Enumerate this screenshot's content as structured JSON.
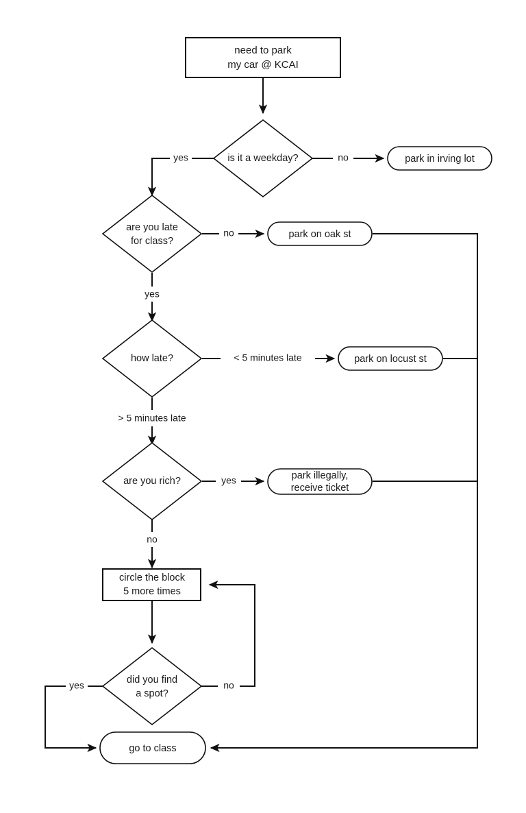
{
  "diagram": {
    "title": "need to park my car @ KCAI parking decision flowchart",
    "background_color": "#ffffff",
    "stroke_color": "#111111",
    "text_color": "#1a1a1a"
  },
  "nodes": {
    "start": {
      "type": "process-box",
      "line1": "need to park",
      "line2": "my car @ KCAI"
    },
    "weekday": {
      "type": "decision",
      "line1": "is it a weekday?",
      "line2": ""
    },
    "irving": {
      "type": "terminator",
      "line1": "park in irving lot",
      "line2": ""
    },
    "late_for_class": {
      "type": "decision",
      "line1": "are you late",
      "line2": "for class?"
    },
    "oak": {
      "type": "terminator",
      "line1": "park on oak st",
      "line2": ""
    },
    "how_late": {
      "type": "decision",
      "line1": "how late?",
      "line2": ""
    },
    "locust": {
      "type": "terminator",
      "line1": "park on locust st",
      "line2": ""
    },
    "rich": {
      "type": "decision",
      "line1": "are you rich?",
      "line2": ""
    },
    "illegal": {
      "type": "terminator",
      "line1": "park illegally,",
      "line2": "receive ticket"
    },
    "circle_block": {
      "type": "process-box",
      "line1": "circle the block",
      "line2": "5 more times"
    },
    "found_spot": {
      "type": "decision",
      "line1": "did you find",
      "line2": "a spot?"
    },
    "go_to_class": {
      "type": "terminator",
      "line1": "go to class",
      "line2": ""
    }
  },
  "edge_labels": {
    "weekday_yes": "yes",
    "weekday_no": "no",
    "late_no": "no",
    "late_yes": "yes",
    "how_late_under": "< 5 minutes late",
    "how_late_over": "> 5 minutes late",
    "rich_yes": "yes",
    "rich_no": "no",
    "found_yes": "yes",
    "found_no": "no"
  }
}
